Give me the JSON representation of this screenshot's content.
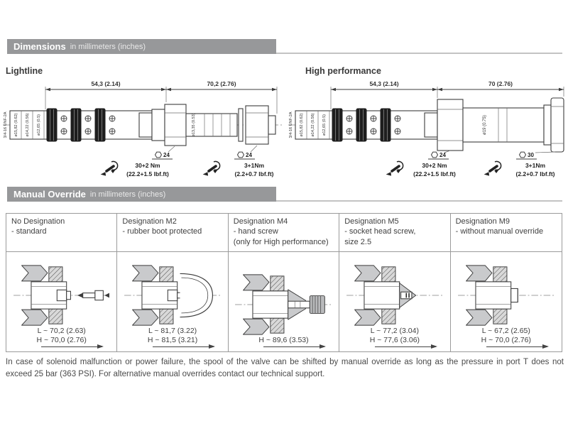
{
  "sections": {
    "dimensions": {
      "title": "Dimensions",
      "subtitle": "in millimeters (inches)"
    },
    "manual_override": {
      "title": "Manual Override",
      "subtitle": "in millimeters (inches)"
    }
  },
  "drawings": {
    "lightline": {
      "label": "Lightline",
      "dim1": "54,3 (2.14)",
      "dim2": "70,2 (2.76)",
      "thread": "3/4-16 UNF-2A",
      "dia1": "ø15,82 (0.62)",
      "dia2": "ø14,22 (0.56)",
      "dia3": "ø12,65 (0.5)",
      "dia_mid": "ø13,35 (0.53)",
      "hex1": "24",
      "hex2": "24",
      "torque1_nm": "30+2 Nm",
      "torque1_lbf": "(22.2+1.5 lbf.ft)",
      "torque2_nm": "3+1Nm",
      "torque2_lbf": "(2.2+0.7 lbf.ft)"
    },
    "high_performance": {
      "label": "High performance",
      "dim1": "54,3 (2.14)",
      "dim2": "70 (2.76)",
      "thread": "3/4-16 UNF-2A",
      "dia1": "ø15,82 (0.62)",
      "dia2": "ø14,22 (0.56)",
      "dia3": "ø12,65 (0.5)",
      "dia_mid": "ø19 (0.75)",
      "hex1": "24",
      "hex2": "30",
      "torque1_nm": "30+2 Nm",
      "torque1_lbf": "(22.2+1.5 lbf.ft)",
      "torque2_nm": "3+1Nm",
      "torque2_lbf": "(2.2+0.7 lbf.ft)"
    }
  },
  "override_table": {
    "columns": [
      {
        "title": "No Designation",
        "desc": [
          "- standard"
        ],
        "dims": [
          "L ~ 70,2 (2.63)",
          "H ~ 70,0 (2.76)"
        ]
      },
      {
        "title": "Designation M2",
        "desc": [
          "- rubber boot protected"
        ],
        "dims": [
          "L ~ 81,7 (3.22)",
          "H ~ 81,5 (3.21)"
        ]
      },
      {
        "title": "Designation M4",
        "desc": [
          "- hand screw",
          "(only for High performance)"
        ],
        "dims": [
          "H ~ 89,6 (3.53)"
        ]
      },
      {
        "title": "Designation M5",
        "desc": [
          "- socket head screw,",
          "size 2.5"
        ],
        "dims": [
          "L ~ 77,2 (3.04)",
          "H ~ 77,6 (3.06)"
        ]
      },
      {
        "title": "Designation M9",
        "desc": [
          "- without manual override"
        ],
        "dims": [
          "L ~ 67,2 (2.65)",
          "H ~ 70,0 (2.76)"
        ]
      }
    ]
  },
  "footnote": "In case of solenoid malfunction or power failure, the spool of the valve can be shifted by manual override as long as the pressure in port T does not exceed 25 bar (363 PSI). For alternative manual overrides contact our technical support.",
  "colors": {
    "section_bar": "#97989a",
    "line": "#3c3c3c",
    "part_gray": "#c9cacc",
    "text": "#4a4a4a"
  }
}
